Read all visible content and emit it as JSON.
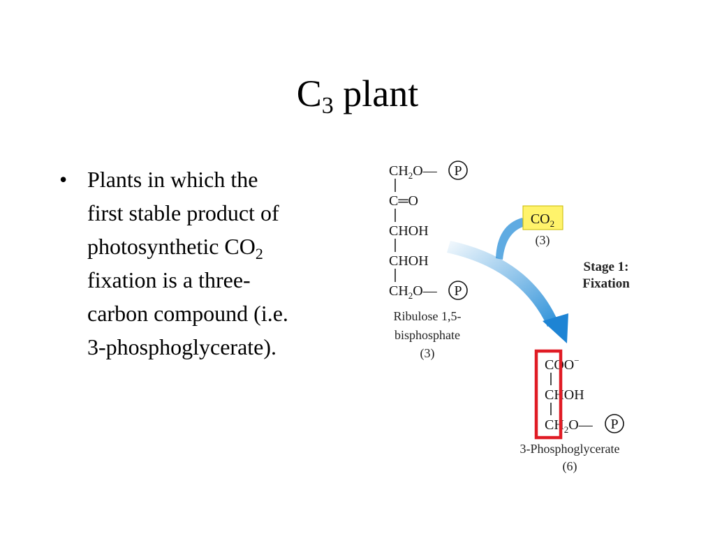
{
  "slide": {
    "title_main": "C",
    "title_sub": "3",
    "title_rest": " plant"
  },
  "bullet": {
    "marker": "•",
    "line1": "Plants in which the",
    "line2": "first stable product of",
    "line3_main": "photosynthetic CO",
    "line3_sub": "2",
    "line4": "fixation is a three-",
    "line5": "carbon compound (i.e.",
    "line6": "3-phosphoglycerate)."
  },
  "diagram": {
    "rubp": {
      "c1_a": "CH",
      "c1_sub": "2",
      "c1_b": "O—",
      "c2": "C═O",
      "c3": "CHOH",
      "c4": "CHOH",
      "c5_a": "CH",
      "c5_sub": "2",
      "c5_b": "O—",
      "phosphate": "P",
      "name_line1": "Ribulose 1,5-",
      "name_line2": "bisphosphate",
      "count": "(3)"
    },
    "co2": {
      "label_main": "CO",
      "label_sub": "2",
      "count": "(3)",
      "box_color": "#fff36b"
    },
    "stage": {
      "line1": "Stage 1:",
      "line2": "Fixation"
    },
    "pga": {
      "c1": "COO",
      "c1_sup": "−",
      "c2": "CHOH",
      "c3_a": "CH",
      "c3_sub": "2",
      "c3_b": "O—",
      "phosphate": "P",
      "name": "3-Phosphoglycerate",
      "count": "(6)",
      "highlight_color": "#e01b24"
    },
    "arrow_color": "#2a8fd8"
  }
}
